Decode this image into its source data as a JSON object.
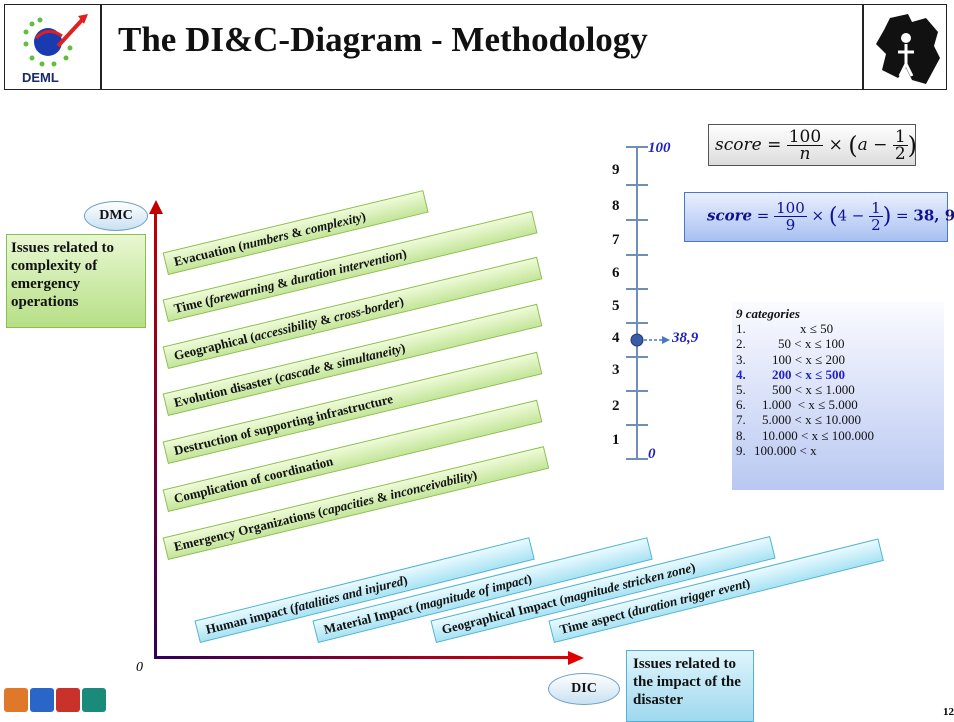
{
  "header": {
    "title": "The DI&C-Diagram - Methodology",
    "logo_text": "DEML"
  },
  "dmc_bars": [
    {
      "label": "Evacuation (",
      "italic": "numbers",
      "mid": " & ",
      "italic2": "complexity",
      "end": ")"
    },
    {
      "label": "Time (",
      "italic": "forewarning",
      "mid": " & ",
      "italic2": "duration intervention",
      "end": ")"
    },
    {
      "label": "Geographical (",
      "italic": "accessibility",
      "mid": " & ",
      "italic2": "cross-border",
      "end": ")"
    },
    {
      "label": "Evolution disaster (",
      "italic": "cascade",
      "mid": " & ",
      "italic2": "simultaneity",
      "end": ")"
    },
    {
      "label": "Destruction of supporting infrastructure",
      "italic": "",
      "mid": "",
      "italic2": "",
      "end": ""
    },
    {
      "label": "Complication of coordination",
      "italic": "",
      "mid": "",
      "italic2": "",
      "end": ""
    },
    {
      "label": "Emergency Organizations (",
      "italic": "capacities",
      "mid": " & ",
      "italic2": "inconceivability",
      "end": ")"
    }
  ],
  "dic_bars": [
    {
      "label": "Human impact (",
      "italic": "fatalities and injured",
      "end": ")"
    },
    {
      "label": "Material Impact (",
      "italic": "magnitude of impact",
      "end": ")"
    },
    {
      "label": "Geographical Impact (",
      "italic": "magnitude stricken zone",
      "end": ")"
    },
    {
      "label": "Time aspect (",
      "italic": "duration trigger event",
      "end": ")"
    }
  ],
  "axes": {
    "dmc_label": "DMC",
    "dic_label": "DIC",
    "origin": "0",
    "dmc_desc": "Issues related to complexity of emergency operations",
    "dic_desc": "Issues related to the impact of the disaster"
  },
  "scale": {
    "top_value": "100",
    "bottom_value": "0",
    "numbers": [
      "9",
      "8",
      "7",
      "6",
      "5",
      "4",
      "3",
      "2",
      "1"
    ],
    "result": "38,9",
    "marked_level": 4
  },
  "formula_general": {
    "lhs": "score",
    "num": "100",
    "den": "n",
    "inner_a": "a",
    "inner_num": "1",
    "inner_den": "2"
  },
  "formula_example": {
    "lhs": "score",
    "num": "100",
    "den": "9",
    "inner_a": "4",
    "inner_num": "1",
    "inner_den": "2",
    "result": "38, 9"
  },
  "categories": {
    "title": "9 categories",
    "items": [
      {
        "n": "1.",
        "range": "x ≤ 50",
        "highlight": false
      },
      {
        "n": "2.",
        "range": "50 < x ≤ 100",
        "highlight": false
      },
      {
        "n": "3.",
        "range": "100 < x ≤ 200",
        "highlight": false
      },
      {
        "n": "4.",
        "range": "200 < x ≤ 500",
        "highlight": true
      },
      {
        "n": "5.",
        "range": "500 < x ≤ 1.000",
        "highlight": false
      },
      {
        "n": "6.",
        "range": "1.000  < x ≤ 5.000",
        "highlight": false
      },
      {
        "n": "7.",
        "range": "5.000 < x ≤ 10.000",
        "highlight": false
      },
      {
        "n": "8.",
        "range": "10.000 < x ≤ 100.000",
        "highlight": false
      },
      {
        "n": "9.",
        "range": "100.000 < x",
        "highlight": false
      }
    ]
  },
  "page_number": "12",
  "colors": {
    "green_bar": "#c4e59a",
    "blue_bar": "#a9e3f3",
    "accent_blue": "#1f1fc8",
    "axis_red": "#e00000"
  }
}
